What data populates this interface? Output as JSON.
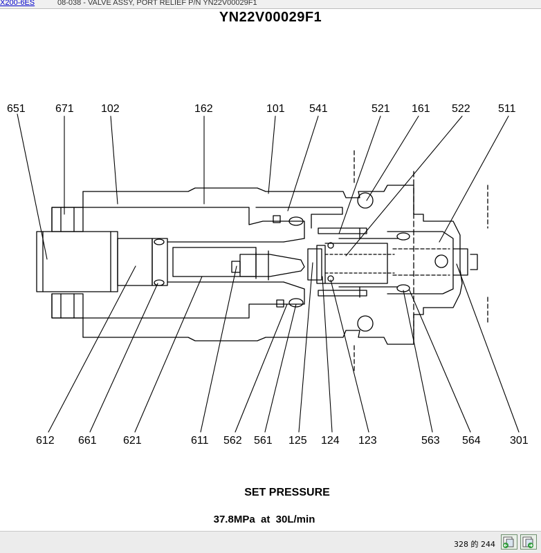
{
  "header": {
    "model_link": "X200-6ES",
    "section_title": "08-038 - VALVE ASSY, PORT RELIEF P/N YN22V00029F1"
  },
  "drawing": {
    "part_number": "YN22V00029F1",
    "callouts": {
      "c651": "651",
      "c671": "671",
      "c102": "102",
      "c162": "162",
      "c101": "101",
      "c541": "541",
      "c521": "521",
      "c161": "161",
      "c522": "522",
      "c511": "511",
      "c612": "612",
      "c661": "661",
      "c621": "621",
      "c611": "611",
      "c562": "562",
      "c561": "561",
      "c125": "125",
      "c124": "124",
      "c123": "123",
      "c563": "563",
      "c564": "564",
      "c301": "301"
    },
    "set_pressure_title": "SET PRESSURE",
    "set_pressure_value": "37.8MPa  at  30L/min"
  },
  "footer": {
    "page_indicator": "328 的 244",
    "prev_icon": "page-back-icon",
    "next_icon": "page-forward-icon"
  }
}
